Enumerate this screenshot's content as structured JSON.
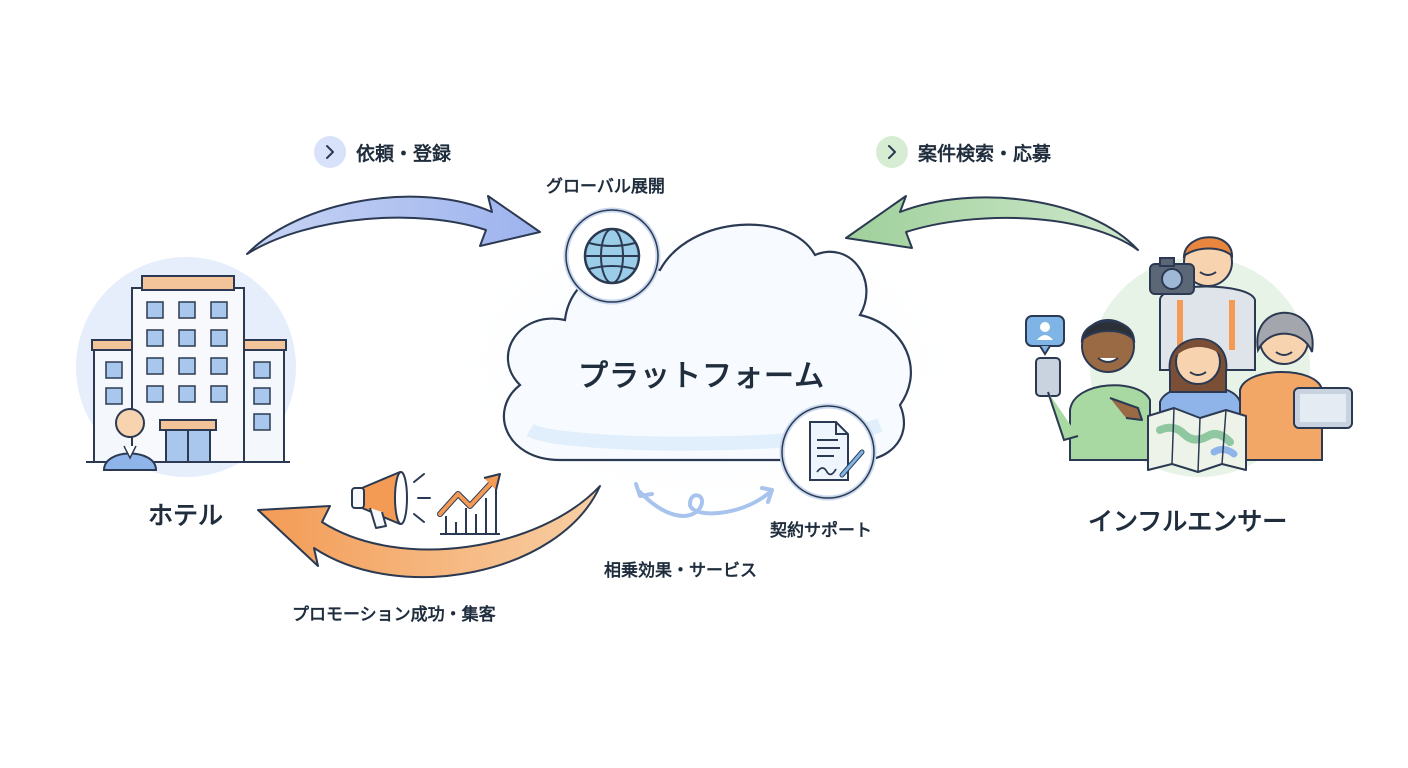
{
  "center": {
    "title": "プラットフォーム"
  },
  "global": {
    "label": "グローバル展開"
  },
  "contract": {
    "label": "契約サポート"
  },
  "synergy": {
    "label": "相乗効果・サービス"
  },
  "hotel": {
    "label": "ホテル"
  },
  "influencer": {
    "label": "インフルエンサー"
  },
  "flows": {
    "request": "依頼・登録",
    "search": "案件検索・応募",
    "promotion": "プロモーション成功・集客"
  },
  "colors": {
    "request_arrow": "#aebff0",
    "search_arrow": "#a3d2a0",
    "promotion_arrow": "#f3a766",
    "outline": "#2b3a52",
    "cloud_glow": "#cfe6fb"
  },
  "icons": [
    "globe-icon",
    "document-signature-icon",
    "megaphone-icon",
    "growth-chart-icon",
    "hotel-building-icon",
    "influencer-group-icon",
    "camera-icon",
    "map-icon",
    "tablet-icon",
    "smartphone-icon",
    "profile-badge-icon"
  ]
}
